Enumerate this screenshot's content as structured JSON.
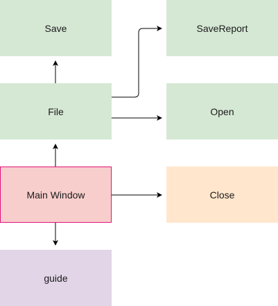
{
  "nodes": {
    "save": {
      "label": "Save",
      "fill": "#d5e8d4",
      "stroke": "#d5e8d4"
    },
    "savereport": {
      "label": "SaveReport",
      "fill": "#d5e8d4",
      "stroke": "#d5e8d4"
    },
    "file": {
      "label": "File",
      "fill": "#d5e8d4",
      "stroke": "#d5e8d4"
    },
    "open": {
      "label": "Open",
      "fill": "#d5e8d4",
      "stroke": "#d5e8d4"
    },
    "main_window": {
      "label": "Main Window",
      "fill": "#f8cecc",
      "stroke": "#e0107a"
    },
    "close": {
      "label": "Close",
      "fill": "#ffe6cc",
      "stroke": "#ffe6cc"
    },
    "guide": {
      "label": "guide",
      "fill": "#e1d5e7",
      "stroke": "#e1d5e7"
    }
  },
  "edges": [
    {
      "from": "main_window",
      "to": "file"
    },
    {
      "from": "main_window",
      "to": "close"
    },
    {
      "from": "main_window",
      "to": "guide"
    },
    {
      "from": "file",
      "to": "save"
    },
    {
      "from": "file",
      "to": "savereport"
    },
    {
      "from": "file",
      "to": "open"
    }
  ]
}
